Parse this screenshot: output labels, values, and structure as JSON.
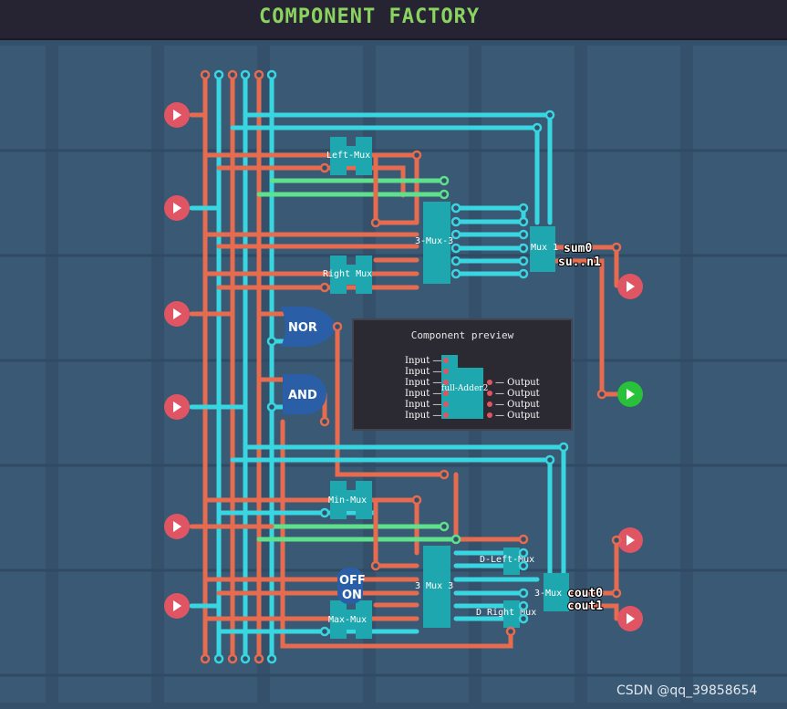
{
  "header": {
    "title": "COMPONENT FACTORY"
  },
  "components": {
    "left_mux": "Left-Mux",
    "right_mux": "Right Mux",
    "mux3_top": "3-Mux-3",
    "mux_top_right": "3 Mux 1",
    "nor": "NOR",
    "and": "AND",
    "min_mux": "Min-Mux",
    "max_mux": "Max-Mux",
    "mux3_bottom": "3 Mux 3",
    "d_left_mux": "D-Left-Mux",
    "d_right_mux": "D Right Mux",
    "mux_bottom_right": "3-Mux"
  },
  "outputs": {
    "sum0": "sum0",
    "sum1": "su..n1",
    "cout0": "cout0",
    "cout1": "cout1"
  },
  "toggle": {
    "off": "OFF",
    "on": "ON"
  },
  "preview": {
    "title": "Component preview",
    "component": "full-Adder2",
    "inputs": [
      "Input —",
      "Input —",
      "Input —",
      "Input —",
      "Input —",
      "Input —"
    ],
    "outputs": [
      "— Output",
      "— Output",
      "— Output",
      "— Output"
    ]
  },
  "watermark": "CSDN @qq_39858654",
  "colors": {
    "background": "#35506b",
    "grid": "#3a5975",
    "wire_orange": "#e66b4f",
    "wire_cyan": "#38d6e0",
    "wire_green": "#5fe08c",
    "component": "#1fa7af",
    "gate": "#2a5fa8",
    "input_pin": "#e05563",
    "output_pin_green": "#27c23a",
    "title": "#8bd35f"
  },
  "icons": [
    "play-icon"
  ]
}
